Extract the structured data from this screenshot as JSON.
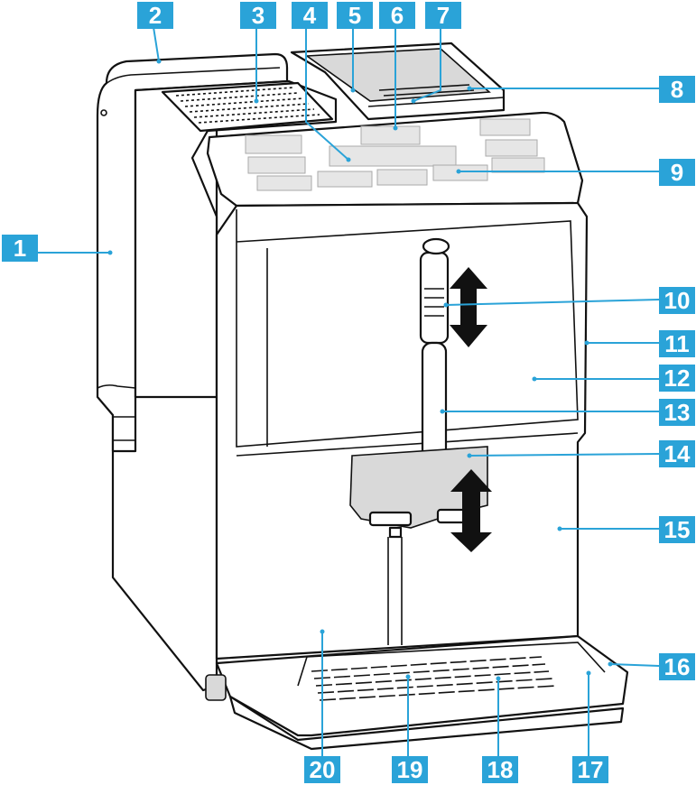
{
  "diagram": {
    "callouts": [
      {
        "number": "1"
      },
      {
        "number": "2"
      },
      {
        "number": "3"
      },
      {
        "number": "4"
      },
      {
        "number": "5"
      },
      {
        "number": "6"
      },
      {
        "number": "7"
      },
      {
        "number": "8"
      },
      {
        "number": "9"
      },
      {
        "number": "10"
      },
      {
        "number": "11"
      },
      {
        "number": "12"
      },
      {
        "number": "13"
      },
      {
        "number": "14"
      },
      {
        "number": "15"
      },
      {
        "number": "16"
      },
      {
        "number": "17"
      },
      {
        "number": "18"
      },
      {
        "number": "19"
      },
      {
        "number": "20"
      }
    ],
    "colors": {
      "callout_fill": "#2aa3d8",
      "callout_text": "#ffffff",
      "outline": "#111111",
      "panel": "#e6e6e6"
    }
  }
}
